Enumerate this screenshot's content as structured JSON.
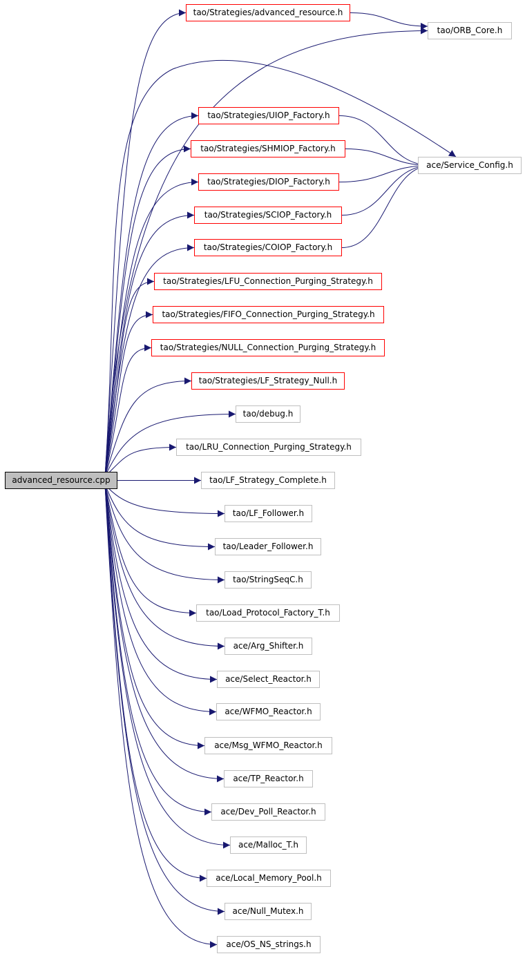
{
  "colors": {
    "edge": "#191970",
    "linked_node_border": "#ff0000",
    "plain_node_border": "#bfbfbf",
    "root_fill": "#bfbfbf",
    "root_border": "#000000"
  },
  "root": {
    "label": "advanced_resource.cpp"
  },
  "nodes": {
    "n1": {
      "label": "tao/Strategies/advanced_resource.h"
    },
    "n2": {
      "label": "tao/ORB_Core.h"
    },
    "n3": {
      "label": "tao/Strategies/UIOP_Factory.h"
    },
    "n4": {
      "label": "tao/Strategies/SHMIOP_Factory.h"
    },
    "n5": {
      "label": "ace/Service_Config.h"
    },
    "n6": {
      "label": "tao/Strategies/DIOP_Factory.h"
    },
    "n7": {
      "label": "tao/Strategies/SCIOP_Factory.h"
    },
    "n8": {
      "label": "tao/Strategies/COIOP_Factory.h"
    },
    "n9": {
      "label": "tao/Strategies/LFU_Connection_Purging_Strategy.h"
    },
    "n10": {
      "label": "tao/Strategies/FIFO_Connection_Purging_Strategy.h"
    },
    "n11": {
      "label": "tao/Strategies/NULL_Connection_Purging_Strategy.h"
    },
    "n12": {
      "label": "tao/Strategies/LF_Strategy_Null.h"
    },
    "n13": {
      "label": "tao/debug.h"
    },
    "n14": {
      "label": "tao/LRU_Connection_Purging_Strategy.h"
    },
    "n15": {
      "label": "tao/LF_Strategy_Complete.h"
    },
    "n16": {
      "label": "tao/LF_Follower.h"
    },
    "n17": {
      "label": "tao/Leader_Follower.h"
    },
    "n18": {
      "label": "tao/StringSeqC.h"
    },
    "n19": {
      "label": "tao/Load_Protocol_Factory_T.h"
    },
    "n20": {
      "label": "ace/Arg_Shifter.h"
    },
    "n21": {
      "label": "ace/Select_Reactor.h"
    },
    "n22": {
      "label": "ace/WFMO_Reactor.h"
    },
    "n23": {
      "label": "ace/Msg_WFMO_Reactor.h"
    },
    "n24": {
      "label": "ace/TP_Reactor.h"
    },
    "n25": {
      "label": "ace/Dev_Poll_Reactor.h"
    },
    "n26": {
      "label": "ace/Malloc_T.h"
    },
    "n27": {
      "label": "ace/Local_Memory_Pool.h"
    },
    "n28": {
      "label": "ace/Null_Mutex.h"
    },
    "n29": {
      "label": "ace/OS_NS_strings.h"
    }
  },
  "edges": [
    {
      "from": "root",
      "to": "n1"
    },
    {
      "from": "root",
      "to": "n2"
    },
    {
      "from": "root",
      "to": "n5"
    },
    {
      "from": "root",
      "to": "n3"
    },
    {
      "from": "root",
      "to": "n4"
    },
    {
      "from": "root",
      "to": "n6"
    },
    {
      "from": "root",
      "to": "n7"
    },
    {
      "from": "root",
      "to": "n8"
    },
    {
      "from": "root",
      "to": "n9"
    },
    {
      "from": "root",
      "to": "n10"
    },
    {
      "from": "root",
      "to": "n11"
    },
    {
      "from": "root",
      "to": "n12"
    },
    {
      "from": "root",
      "to": "n13"
    },
    {
      "from": "root",
      "to": "n14"
    },
    {
      "from": "root",
      "to": "n15"
    },
    {
      "from": "root",
      "to": "n16"
    },
    {
      "from": "root",
      "to": "n17"
    },
    {
      "from": "root",
      "to": "n18"
    },
    {
      "from": "root",
      "to": "n19"
    },
    {
      "from": "root",
      "to": "n20"
    },
    {
      "from": "root",
      "to": "n21"
    },
    {
      "from": "root",
      "to": "n22"
    },
    {
      "from": "root",
      "to": "n23"
    },
    {
      "from": "root",
      "to": "n24"
    },
    {
      "from": "root",
      "to": "n25"
    },
    {
      "from": "root",
      "to": "n26"
    },
    {
      "from": "root",
      "to": "n27"
    },
    {
      "from": "root",
      "to": "n28"
    },
    {
      "from": "root",
      "to": "n29"
    },
    {
      "from": "n1",
      "to": "n2"
    },
    {
      "from": "n3",
      "to": "n5"
    },
    {
      "from": "n4",
      "to": "n5"
    },
    {
      "from": "n6",
      "to": "n5"
    },
    {
      "from": "n7",
      "to": "n5"
    },
    {
      "from": "n8",
      "to": "n5"
    }
  ]
}
